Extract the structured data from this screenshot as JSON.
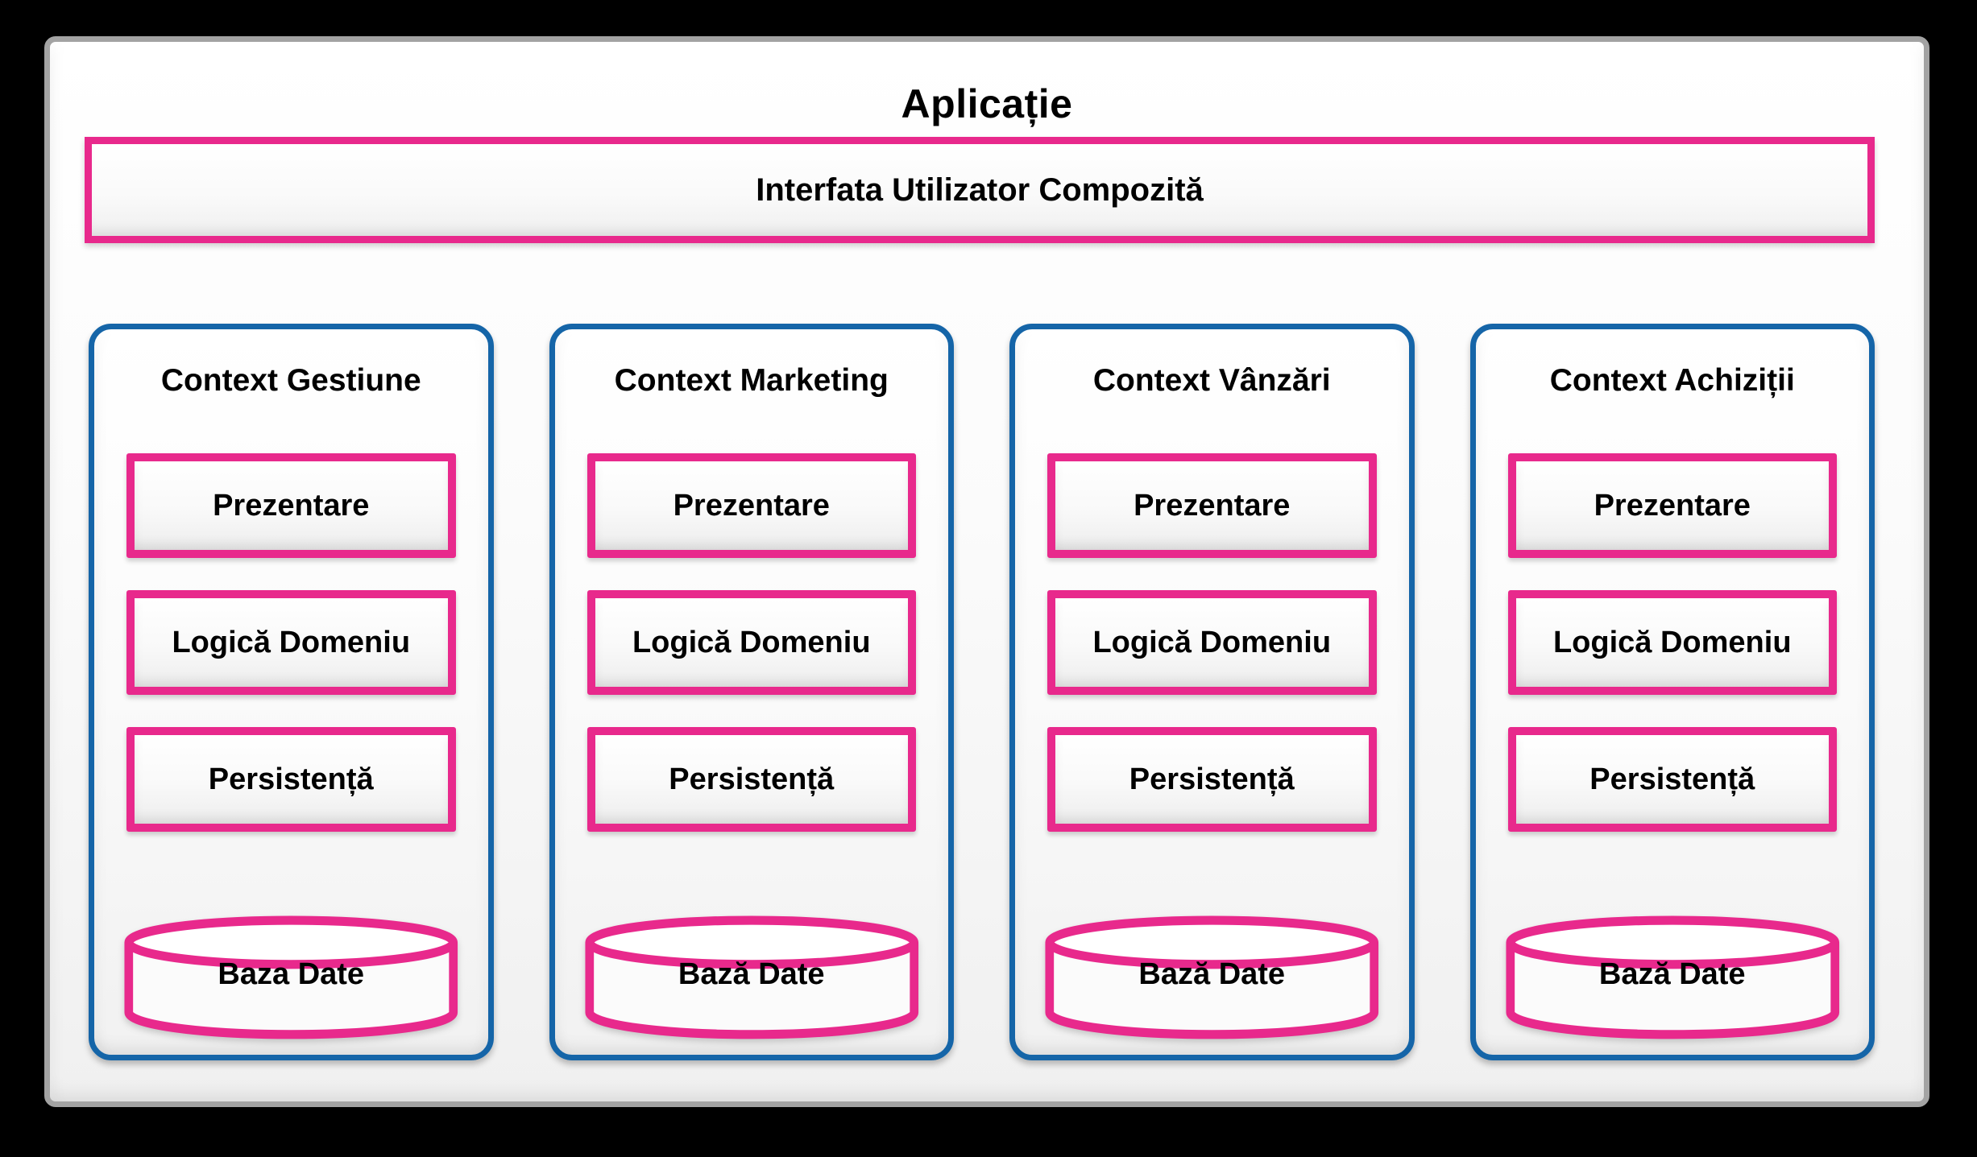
{
  "title": "Aplicație",
  "ui_bar": {
    "label": "Interfata Utilizator Compozită"
  },
  "contexts": [
    {
      "name": "Context Gestiune",
      "layers": [
        "Prezentare",
        "Logică Domeniu",
        "Persistență"
      ],
      "database": "Baza Date"
    },
    {
      "name": "Context Marketing",
      "layers": [
        "Prezentare",
        "Logică Domeniu",
        "Persistență"
      ],
      "database": "Bază Date"
    },
    {
      "name": "Context Vânzări",
      "layers": [
        "Prezentare",
        "Logică Domeniu",
        "Persistență"
      ],
      "database": "Bază Date"
    },
    {
      "name": "Context Achiziții",
      "layers": [
        "Prezentare",
        "Logică Domeniu",
        "Persistență"
      ],
      "database": "Bază Date"
    }
  ],
  "colors": {
    "pink": "#e8298c",
    "blue": "#1565a8",
    "gray_border": "#a3a3a3",
    "background": "#000000",
    "text": "#000000"
  }
}
